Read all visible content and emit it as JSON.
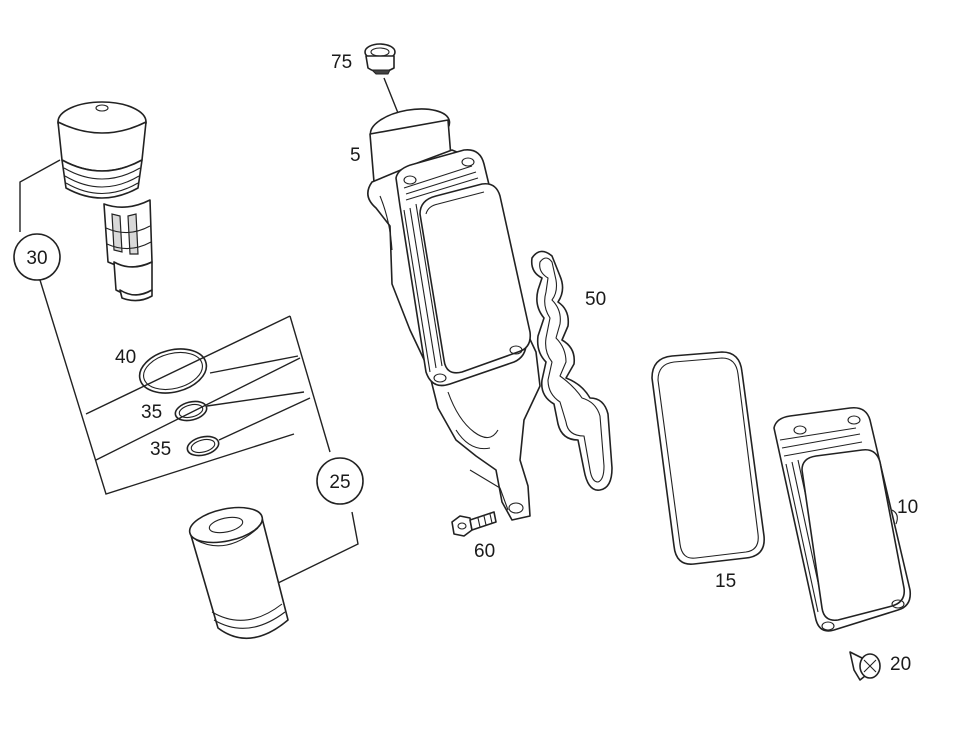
{
  "parts": [
    {
      "id": "p75",
      "label": "75",
      "circled": false
    },
    {
      "id": "p5",
      "label": "5",
      "circled": false
    },
    {
      "id": "p30",
      "label": "30",
      "circled": true
    },
    {
      "id": "p50",
      "label": "50",
      "circled": false
    },
    {
      "id": "p40",
      "label": "40",
      "circled": false
    },
    {
      "id": "p35a",
      "label": "35",
      "circled": false
    },
    {
      "id": "p35b",
      "label": "35",
      "circled": false
    },
    {
      "id": "p25",
      "label": "25",
      "circled": true
    },
    {
      "id": "p10",
      "label": "10",
      "circled": false
    },
    {
      "id": "p60",
      "label": "60",
      "circled": false
    },
    {
      "id": "p15",
      "label": "15",
      "circled": false
    },
    {
      "id": "p20",
      "label": "20",
      "circled": false
    }
  ]
}
